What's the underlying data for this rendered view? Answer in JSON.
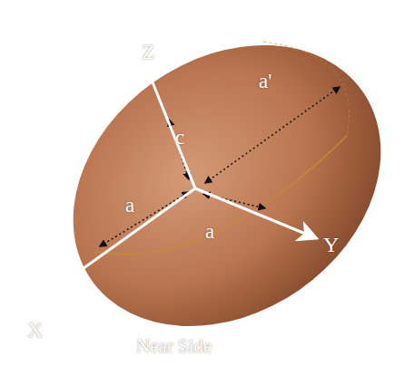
{
  "diagram": {
    "labels": [
      "Z",
      "c",
      "a'",
      "a",
      "a",
      "Y",
      "X",
      "Near Side"
    ]
  }
}
